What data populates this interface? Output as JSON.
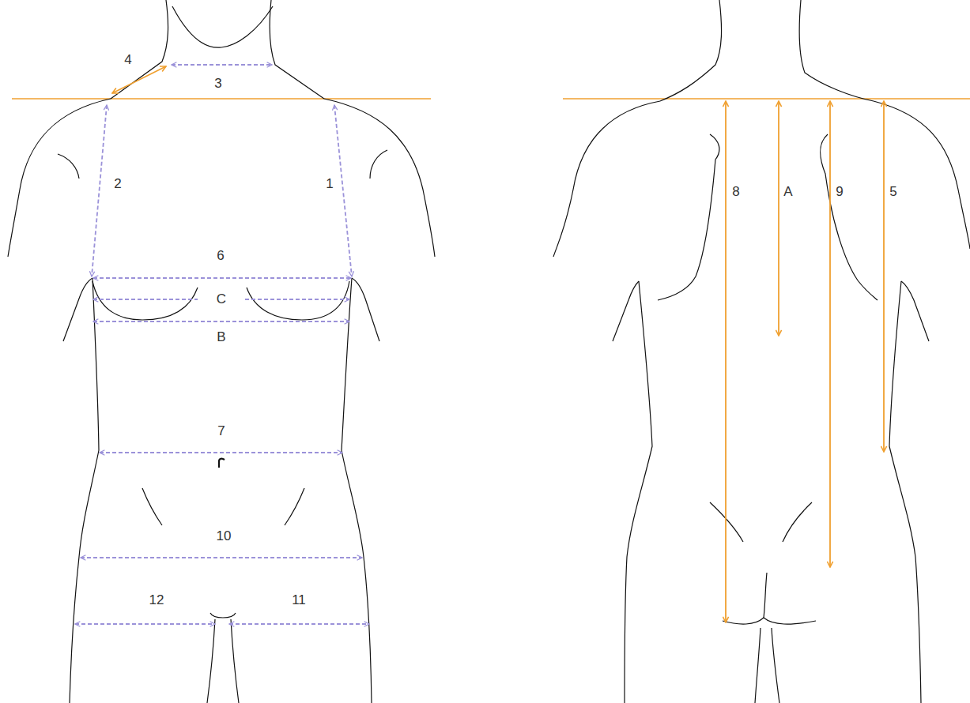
{
  "diagram": {
    "labels": [
      "4",
      "3",
      "2",
      "1",
      "6",
      "C",
      "B",
      "7",
      "10",
      "12",
      "11",
      "8",
      "A",
      "9",
      "5"
    ]
  }
}
